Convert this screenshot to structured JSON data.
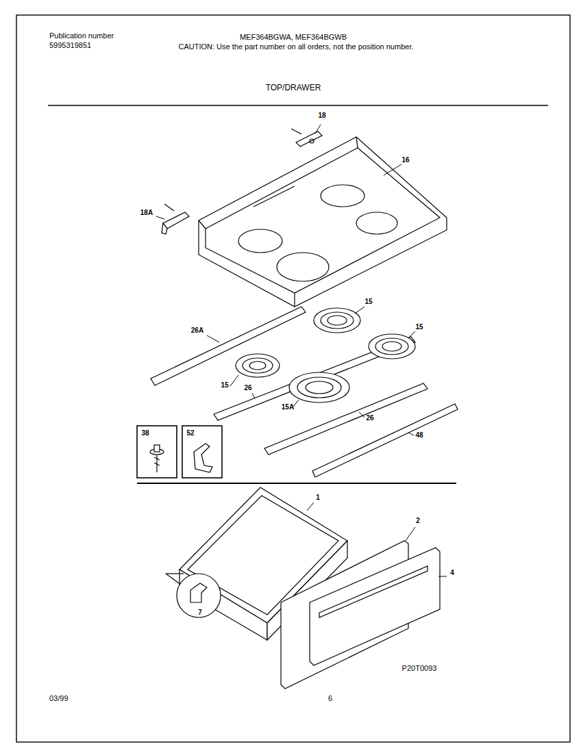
{
  "diagram": {
    "title": "TOP/DRAWER",
    "labels": [
      "Publication number",
      "5995319851",
      "MEF364BGWA, MEF364BGWB",
      "CAUTION:  Use the part number on all orders, not the position number.",
      "18",
      "16",
      "18A",
      "26A",
      "15",
      "15",
      "15",
      "26",
      "15A",
      "26",
      "48",
      "38",
      "52",
      "1",
      "2",
      "4",
      "7",
      "P20T0093",
      "03/99",
      "6"
    ]
  }
}
